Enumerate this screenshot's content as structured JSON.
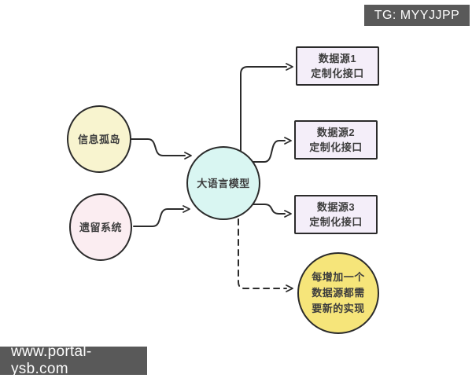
{
  "watermark": {
    "tg_badge": "TG: MYYJJPP",
    "site_badge": "www.portal-ysb.com"
  },
  "diagram": {
    "nodes": {
      "info_silo": {
        "label": "信息孤岛",
        "shape": "circle",
        "fill": "#f8f4cf"
      },
      "legacy_system": {
        "label": "遗留系统",
        "shape": "circle",
        "fill": "#fbedf1"
      },
      "llm": {
        "label": "大语言模型",
        "shape": "circle",
        "fill": "#d9f6f2"
      },
      "datasource1": {
        "line1": "数据源1",
        "line2": "定制化接口",
        "shape": "rect",
        "fill": "#f4eef9"
      },
      "datasource2": {
        "line1": "数据源2",
        "line2": "定制化接口",
        "shape": "rect",
        "fill": "#f4eef9"
      },
      "datasource3": {
        "line1": "数据源3",
        "line2": "定制化接口",
        "shape": "rect",
        "fill": "#f4eef9"
      },
      "new_implementation": {
        "line1": "每增加一个",
        "line2": "数据源都需",
        "line3": "要新的实现",
        "shape": "circle",
        "fill": "#f6e57a"
      }
    },
    "edges": [
      {
        "from": "info_silo",
        "to": "llm",
        "style": "solid"
      },
      {
        "from": "legacy_system",
        "to": "llm",
        "style": "solid"
      },
      {
        "from": "llm",
        "to": "datasource1",
        "style": "solid"
      },
      {
        "from": "llm",
        "to": "datasource2",
        "style": "solid"
      },
      {
        "from": "llm",
        "to": "datasource3",
        "style": "solid"
      },
      {
        "from": "llm",
        "to": "new_implementation",
        "style": "dashed"
      }
    ],
    "colors": {
      "stroke": "#2b2b2b",
      "text": "#3d3d3d",
      "badge_background": "#595959",
      "badge_text": "#fdfdfd",
      "background": "#ffffff"
    }
  }
}
